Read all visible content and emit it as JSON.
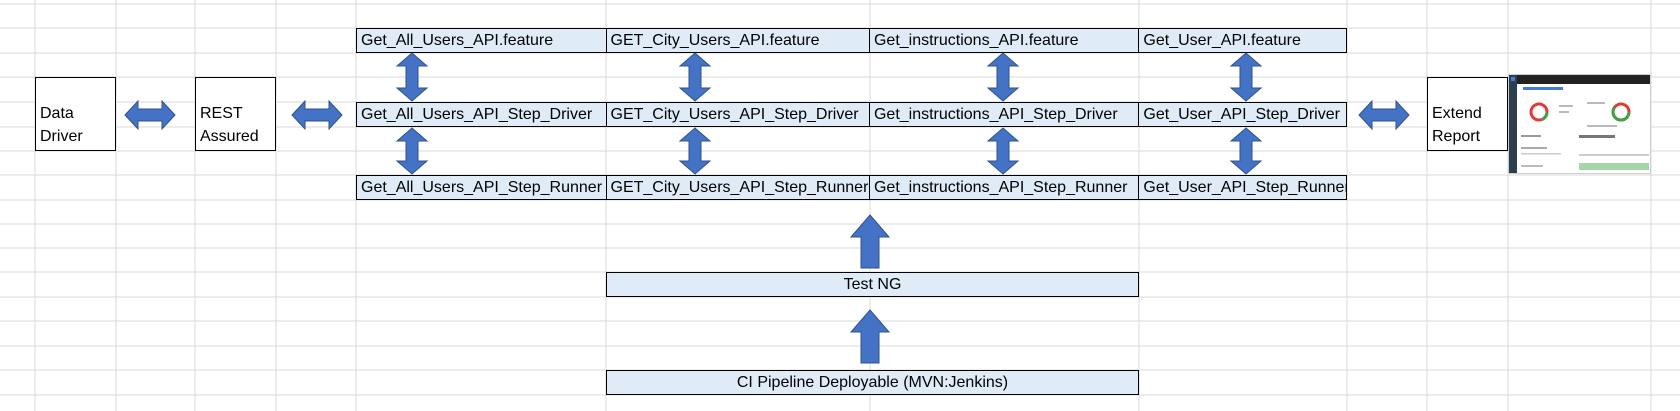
{
  "left_nodes": {
    "data_driver": {
      "line1": "Data",
      "line2": "Driver"
    },
    "rest_assured": {
      "line1": "REST",
      "line2": "Assured"
    }
  },
  "right_node": {
    "extend_report": {
      "line1": "Extend",
      "line2": "Report"
    },
    "thumbnail_icon": "report-screenshot-thumbnail"
  },
  "feature_row": [
    "Get_All_Users_API.feature",
    "GET_City_Users_API.feature",
    "Get_instructions_API.feature",
    "Get_User_API.feature"
  ],
  "driver_row": [
    "Get_All_Users_API_Step_Driver",
    "GET_City_Users_API_Step_Driver",
    "Get_instructions_API_Step_Driver",
    "Get_User_API_Step_Driver"
  ],
  "runner_row": [
    "Get_All_Users_API_Step_Runner",
    "GET_City_Users_API_Step_Runner",
    "Get_instructions_API_Step_Runner",
    "Get_User_API_Step_Runner"
  ],
  "testng": {
    "label": "Test NG"
  },
  "ci": {
    "label": "CI Pipeline Deployable (MVN:Jenkins)"
  },
  "colors": {
    "box_fill": "#dfecf7",
    "arrow": "#4472c4",
    "arrow_stroke": "#2f528f",
    "grid": "#d9d9d9"
  }
}
